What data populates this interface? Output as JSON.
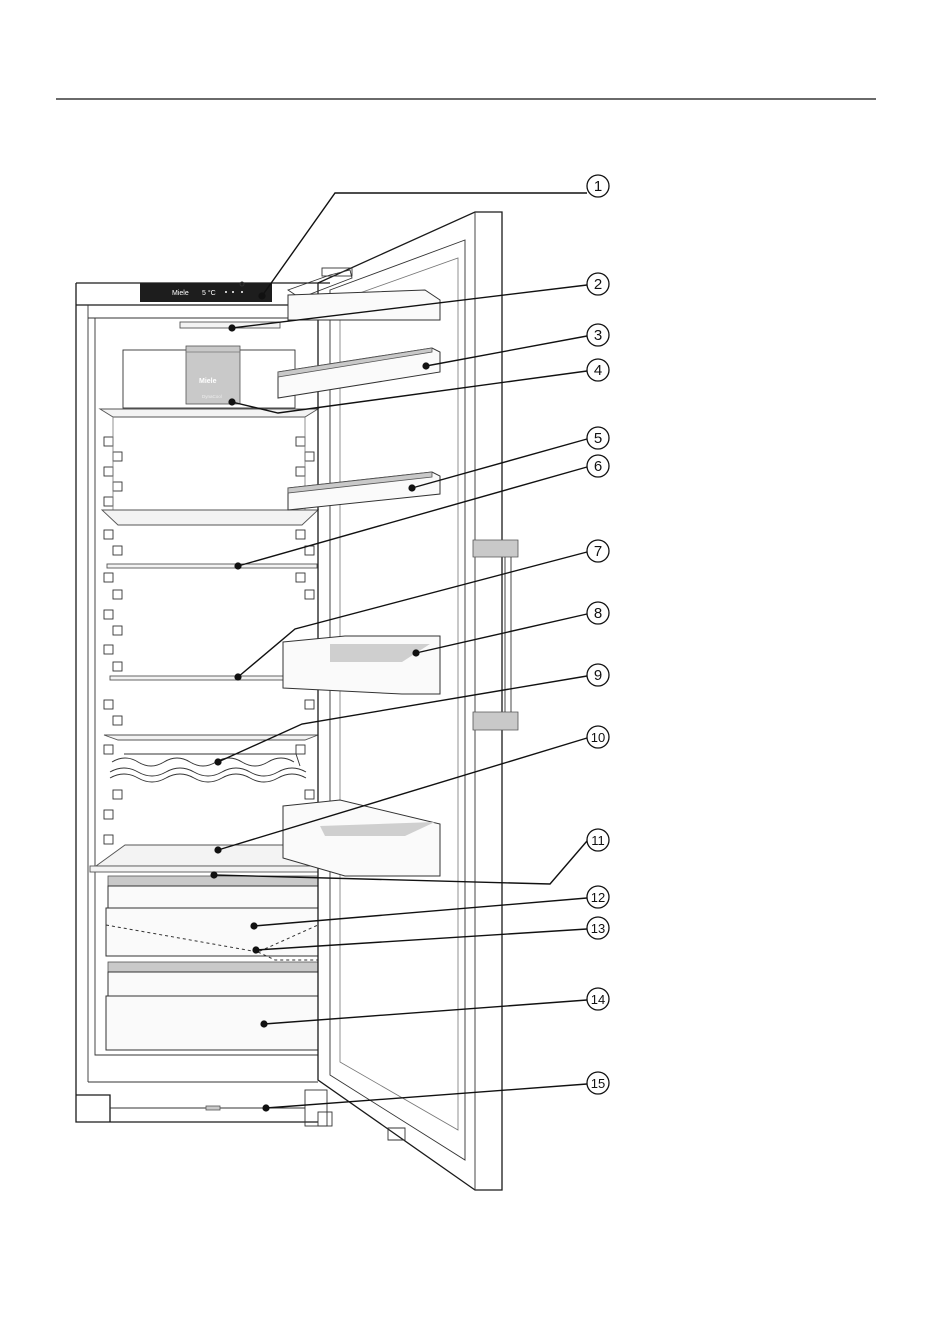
{
  "control_panel": {
    "brand": "Miele",
    "temperature": "5 °C"
  },
  "drawer_logo": {
    "brand": "Miele",
    "label": "DynaCool"
  },
  "callouts": [
    {
      "number": "1"
    },
    {
      "number": "2"
    },
    {
      "number": "3"
    },
    {
      "number": "4"
    },
    {
      "number": "5"
    },
    {
      "number": "6"
    },
    {
      "number": "7"
    },
    {
      "number": "8"
    },
    {
      "number": "9"
    },
    {
      "number": "10"
    },
    {
      "number": "11"
    },
    {
      "number": "12"
    },
    {
      "number": "13"
    },
    {
      "number": "14"
    },
    {
      "number": "15"
    }
  ],
  "colors": {
    "line": "#1a1a1a",
    "panel": "#1d1d1d",
    "shelf_glass": "#f3f3f3",
    "drawer_front": "#c9c9c9"
  }
}
